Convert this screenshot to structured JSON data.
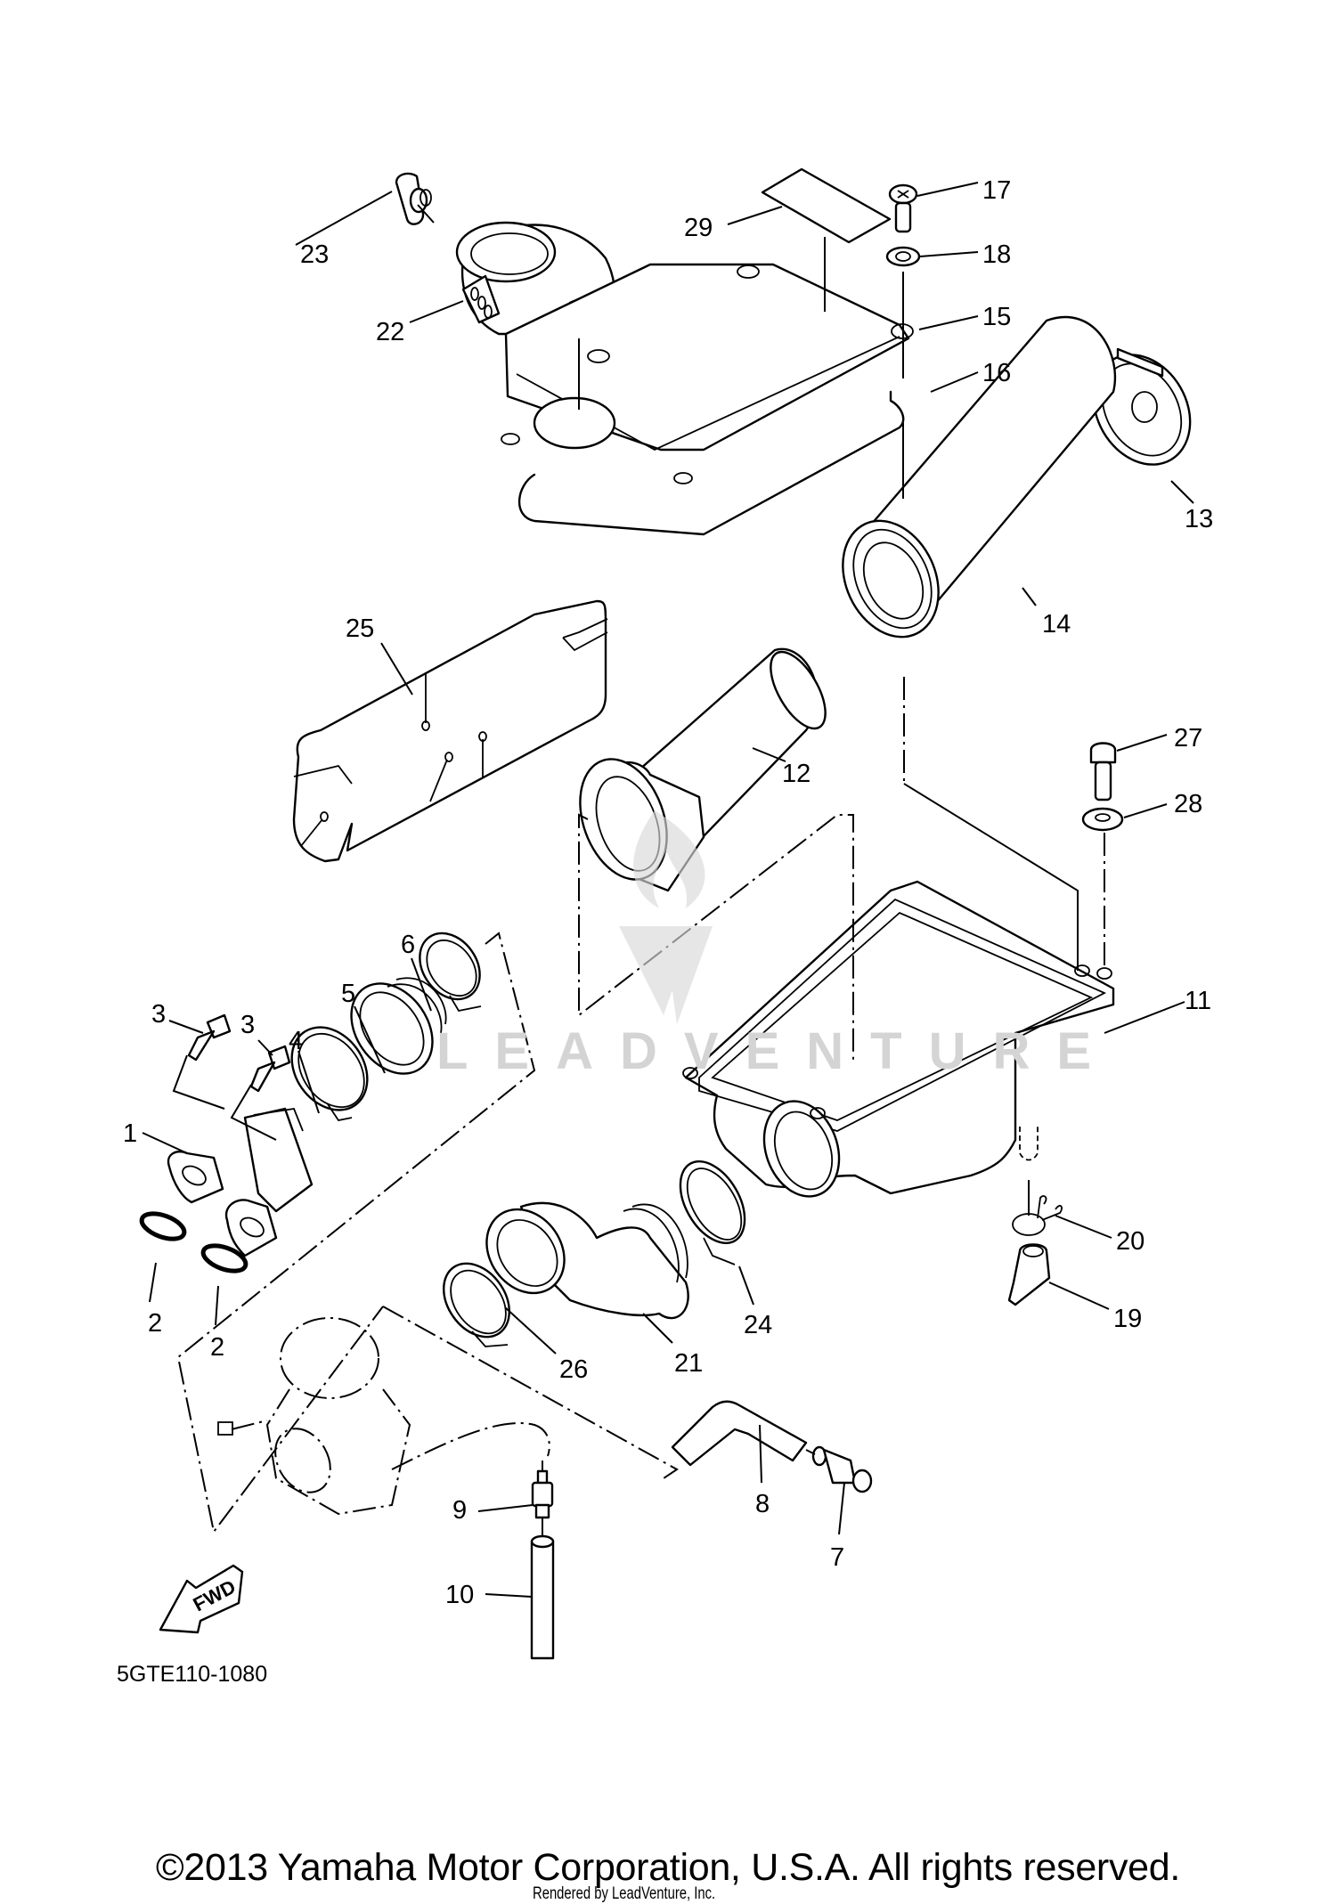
{
  "diagram": {
    "title": "Intake / Air Cleaner Exploded View",
    "diagram_code": "5GTE110-1080",
    "fwd_label": "FWD",
    "watermark": {
      "text": "LEADVENTURE",
      "logo": "flame-v-logo"
    },
    "line_color": "#000000",
    "background": "#ffffff",
    "watermark_color": "#d9d9d9"
  },
  "callouts": [
    {
      "id": "c1",
      "label": "1"
    },
    {
      "id": "c2a",
      "label": "2"
    },
    {
      "id": "c2b",
      "label": "2"
    },
    {
      "id": "c3a",
      "label": "3"
    },
    {
      "id": "c3b",
      "label": "3"
    },
    {
      "id": "c4",
      "label": "4"
    },
    {
      "id": "c5",
      "label": "5"
    },
    {
      "id": "c6",
      "label": "6"
    },
    {
      "id": "c7",
      "label": "7"
    },
    {
      "id": "c8",
      "label": "8"
    },
    {
      "id": "c9",
      "label": "9"
    },
    {
      "id": "c10",
      "label": "10"
    },
    {
      "id": "c11",
      "label": "11"
    },
    {
      "id": "c12",
      "label": "12"
    },
    {
      "id": "c13",
      "label": "13"
    },
    {
      "id": "c14",
      "label": "14"
    },
    {
      "id": "c15",
      "label": "15"
    },
    {
      "id": "c16",
      "label": "16"
    },
    {
      "id": "c17",
      "label": "17"
    },
    {
      "id": "c18",
      "label": "18"
    },
    {
      "id": "c19",
      "label": "19"
    },
    {
      "id": "c20",
      "label": "20"
    },
    {
      "id": "c21",
      "label": "21"
    },
    {
      "id": "c22",
      "label": "22"
    },
    {
      "id": "c23",
      "label": "23"
    },
    {
      "id": "c24",
      "label": "24"
    },
    {
      "id": "c25",
      "label": "25"
    },
    {
      "id": "c26",
      "label": "26"
    },
    {
      "id": "c27",
      "label": "27"
    },
    {
      "id": "c28",
      "label": "28"
    },
    {
      "id": "c29",
      "label": "29"
    }
  ],
  "footer": {
    "copyright": "©2013 Yamaha Motor Corporation, U.S.A. All rights reserved.",
    "rendered_by": "Rendered by LeadVenture, Inc."
  }
}
